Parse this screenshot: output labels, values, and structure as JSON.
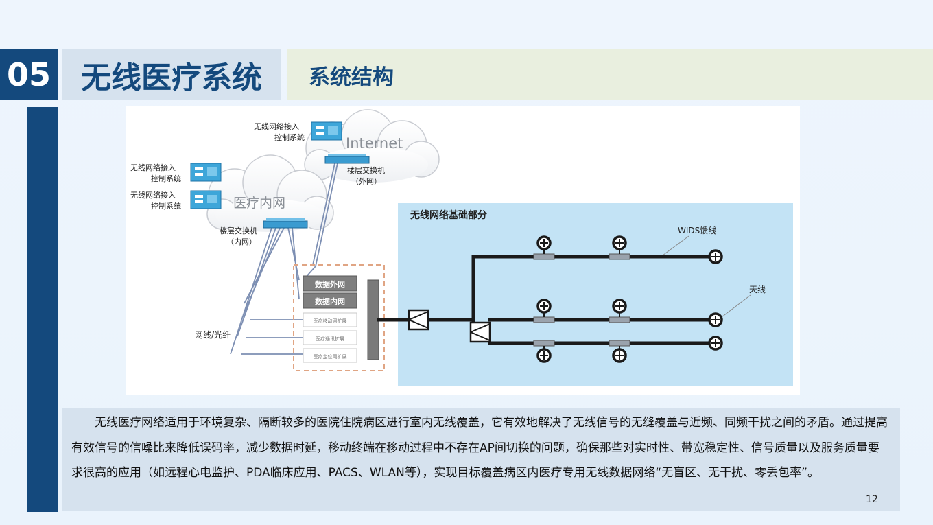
{
  "header": {
    "number": "05",
    "title": "无线医疗系统",
    "subtitle": "系统结构"
  },
  "diagram": {
    "internet_label": "Internet",
    "intranet_label": "医疗内网",
    "ext_access_label_1": "无线网络接入",
    "ext_access_label_2": "控制系统",
    "int_access_a_label_1": "无线网络接入",
    "int_access_a_label_2": "控制系统",
    "int_access_b_label_1": "无线网络接入",
    "int_access_b_label_2": "控制系统",
    "ext_switch_label_1": "楼层交换机",
    "ext_switch_label_2": "（外网）",
    "int_switch_label_1": "楼层交换机",
    "int_switch_label_2": "（内网）",
    "cable_label": "网线/光纤",
    "modules": [
      "数据外网",
      "数据内网",
      "医疗移动网扩展",
      "医疗通讯扩展",
      "医疗定位网扩展"
    ],
    "wireless_area_title": "无线网络基础部分",
    "wids_label": "WIDS馈线",
    "antenna_label": "天线"
  },
  "description": "无线医疗网络适用于环境复杂、隔断较多的医院住院病区进行室内无线覆盖，它有效地解决了无线信号的无缝覆盖与近频、同频干扰之间的矛盾。通过提高有效信号的信噪比来降低误码率，减少数据时延，移动终端在移动过程中不存在AP间切换的问题，确保那些对实时性、带宽稳定性、信号质量以及服务质量要求很高的应用（如远程心电监护、PDA临床应用、PACS、WLAN等），实现目标覆盖病区内医疗专用无线数据网络“无盲区、无干扰、零丢包率”。",
  "page_number": "12",
  "colors": {
    "primary": "#14497d",
    "light_blue": "#d6e2ee",
    "sub_bg": "#e9efdf",
    "wireless_bg": "#c3e3f5"
  }
}
